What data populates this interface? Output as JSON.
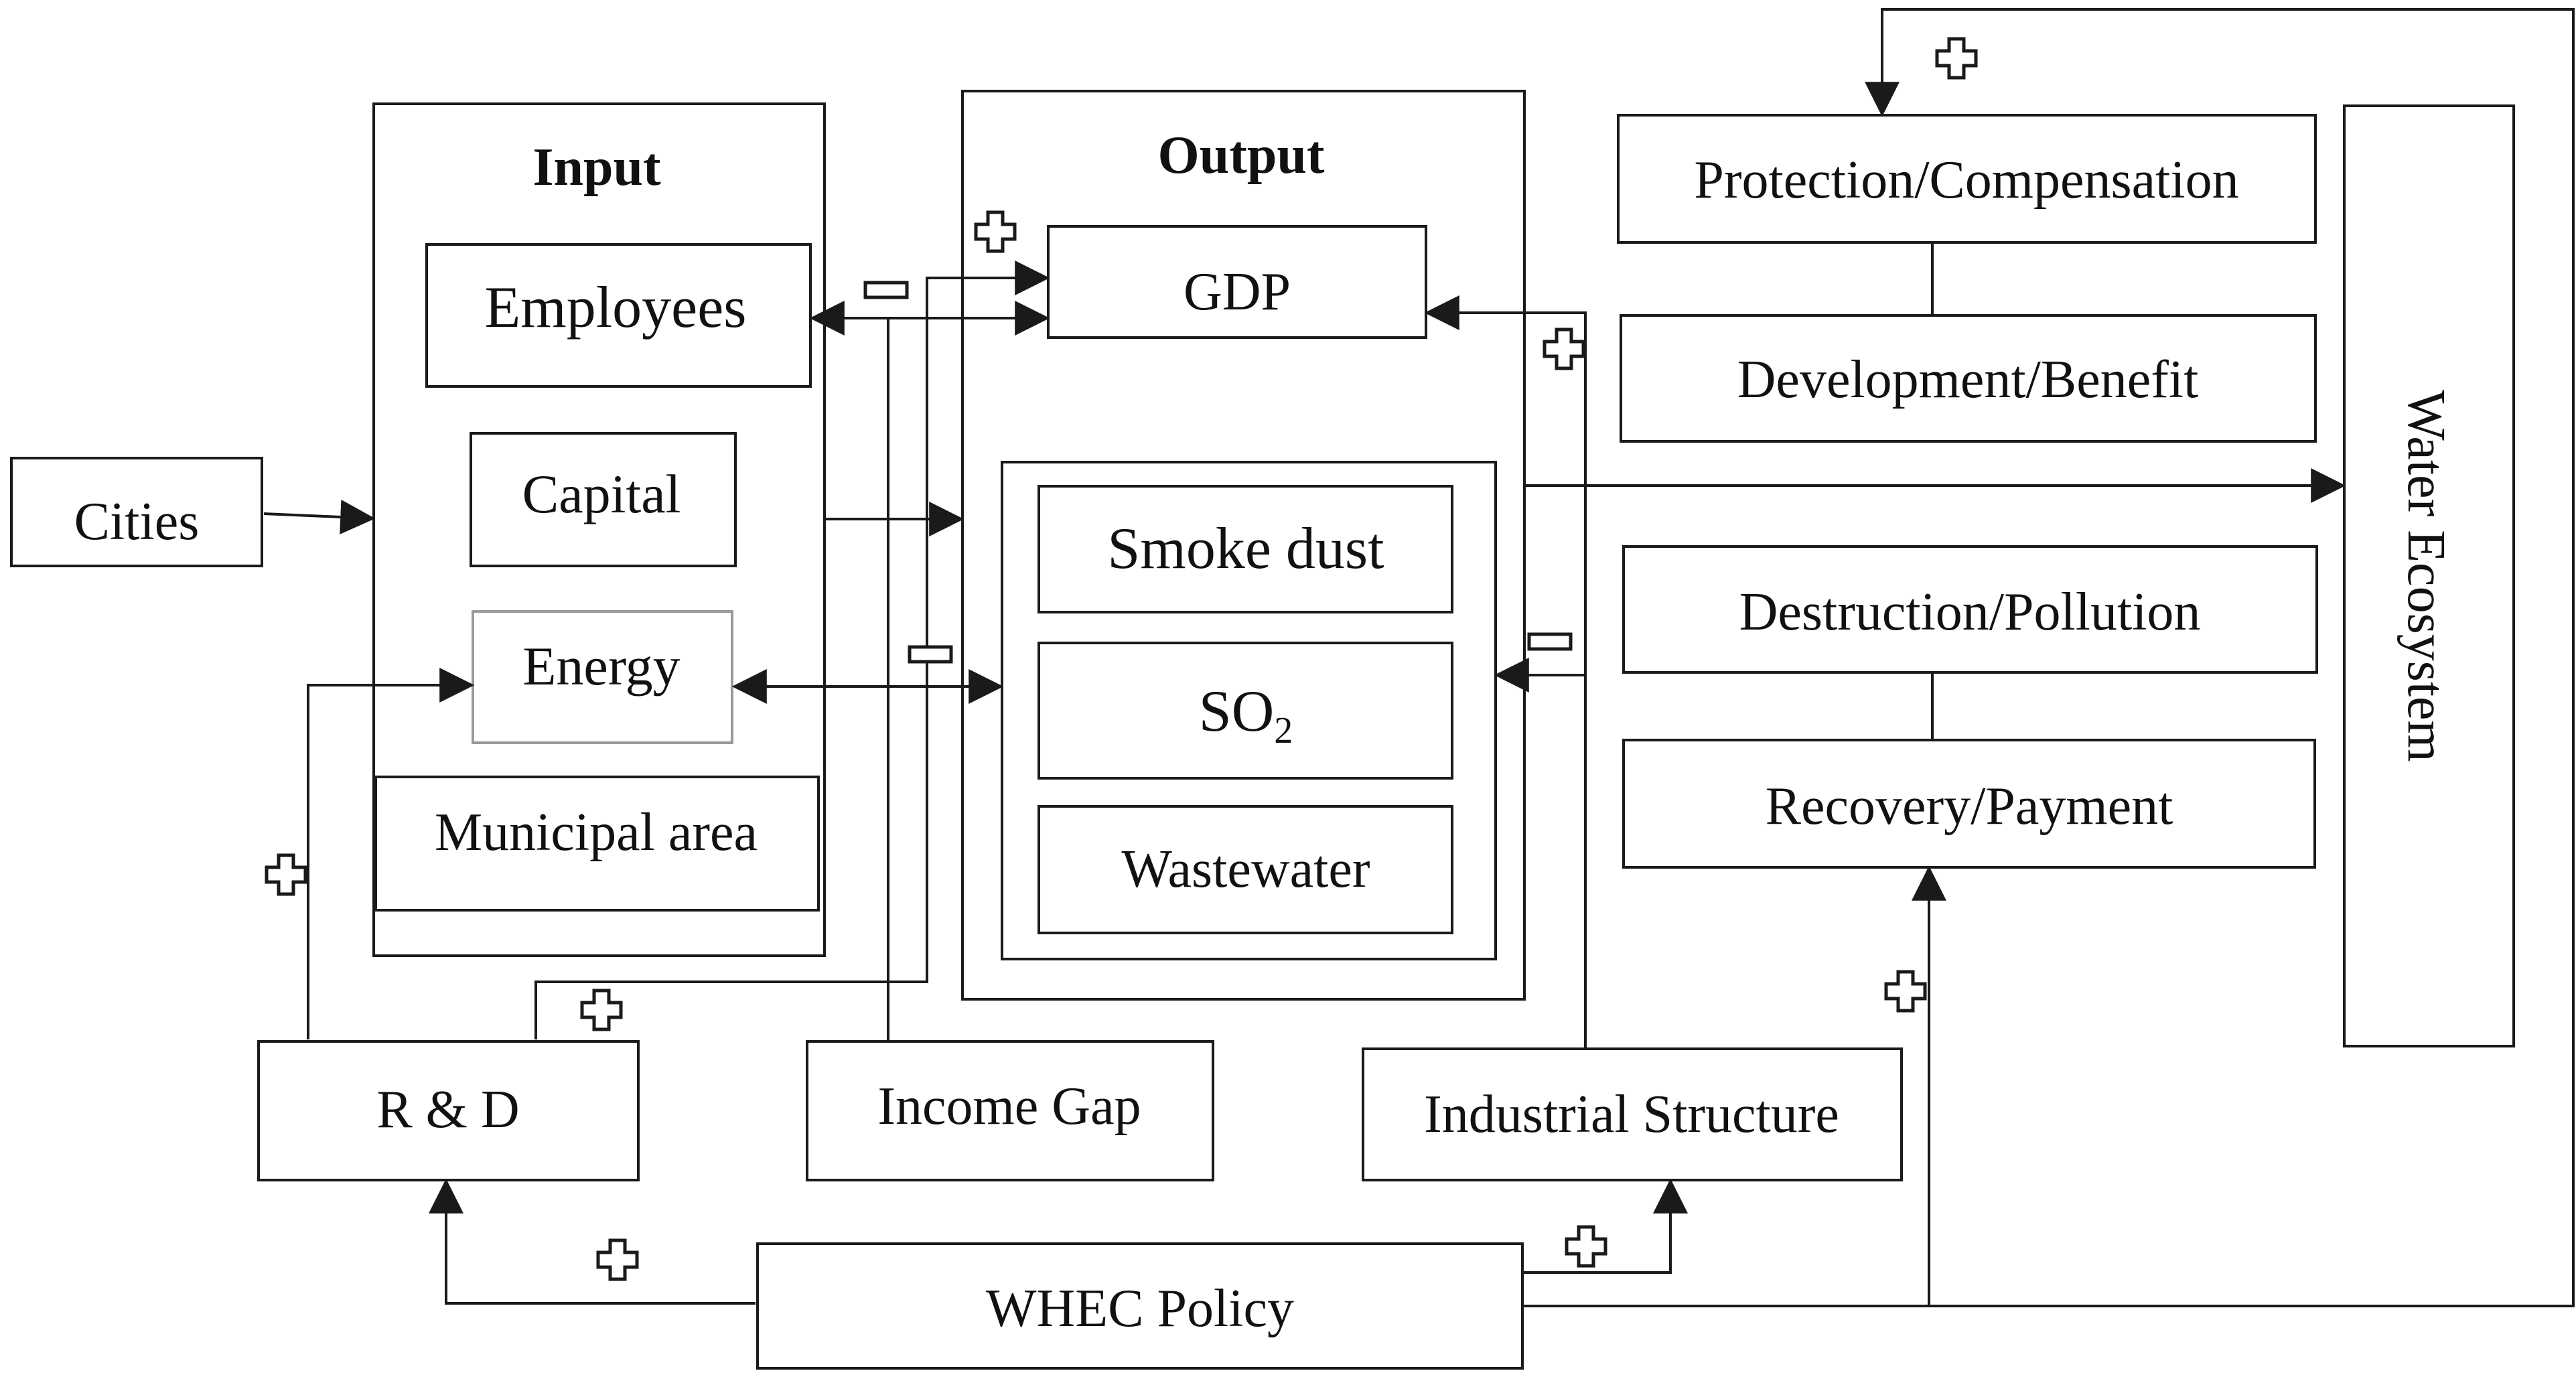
{
  "input": {
    "title": "Input",
    "employees": "Employees",
    "capital": "Capital",
    "energy": "Energy",
    "municipal_area": "Municipal area"
  },
  "output": {
    "title": "Output",
    "gdp": "GDP",
    "smoke_dust": "Smoke dust",
    "so2_base": "SO",
    "so2_sub": "2",
    "wastewater": "Wastewater"
  },
  "cities": "Cities",
  "rnd": "R & D",
  "income_gap": "Income Gap",
  "industrial_structure": "Industrial Structure",
  "whec_policy": "WHEC Policy",
  "protection_compensation": "Protection/Compensation",
  "development_benefit": "Development/Benefit",
  "destruction_pollution": "Destruction/Pollution",
  "recovery_payment": "Recovery/Payment",
  "water_ecosystem": "Water Ecosystem",
  "colors": {
    "stroke": "#1a1a1a",
    "background": "#ffffff",
    "text": "#111111"
  }
}
